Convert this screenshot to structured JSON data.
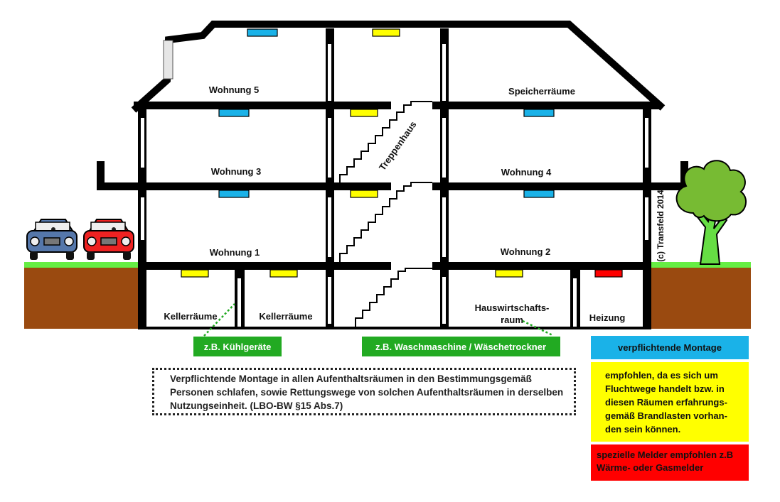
{
  "labels": {
    "wohnung5": "Wohnung 5",
    "speicher": "Speicherräume",
    "wohnung3": "Wohnung 3",
    "wohnung4": "Wohnung 4",
    "wohnung1": "Wohnung 1",
    "wohnung2": "Wohnung 2",
    "keller1": "Kellerräume",
    "keller2": "Kellerräume",
    "hausw1": "Hauswirtschafts-",
    "hausw2": "raum",
    "heizung": "Heizung",
    "treppenhaus": "Treppenhaus",
    "copyright": "(c) Transfeld 2014"
  },
  "callouts": {
    "kuehl": "z.B. Kühlgeräte",
    "wasch": "z.B. Waschmaschine / Wäschetrockner"
  },
  "note": {
    "line1": "Verpflichtende Montage in allen Aufenthaltsräumen in den Bestimmungsgemäß",
    "line2": "Personen schlafen, sowie Rettungswege von solchen Aufenthaltsräumen in derselben",
    "line3": "Nutzungseinheit. (LBO-BW §15 Abs.7)"
  },
  "legend": {
    "blue": "verpflichtende Montage",
    "yellow": [
      "empfohlen, da es sich um",
      "Fluchtwege handelt bzw. in",
      "diesen Räumen  erfahrungs-",
      "gemäß Brandlasten vorhan-",
      "den sein können."
    ],
    "red": [
      "spezielle Melder empfohlen z.B",
      "Wärme- oder Gasmelder"
    ]
  },
  "colors": {
    "mandatory": "#1ab2e8",
    "recommended": "#ffff00",
    "special": "#ff0000",
    "callout": "#22aa22",
    "grass": "#66ee44",
    "soil": "#9a4a10"
  }
}
